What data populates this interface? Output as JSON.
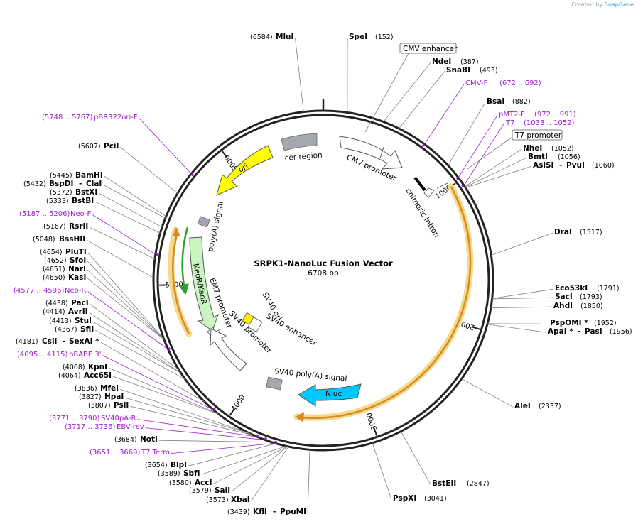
{
  "brand": {
    "prefix": "Created by",
    "name": "SnapGene"
  },
  "map": {
    "title": "SRPK1-NanoLuc Fusion Vector",
    "length_label": "6708 bp",
    "length": 6708,
    "ticks": [
      1000,
      2000,
      3000,
      4000,
      5000,
      6000
    ]
  },
  "sites": [
    {
      "name": "MluI",
      "pos": "(6584)",
      "at": 6584
    },
    {
      "name": "SpeI",
      "pos": "(152)",
      "at": 152
    },
    {
      "name": "NdeI",
      "pos": "(387)",
      "at": 387
    },
    {
      "name": "SnaBI",
      "pos": "(493)",
      "at": 493
    },
    {
      "name": "BsaI",
      "pos": "(882)",
      "at": 882
    },
    {
      "name": "NheI",
      "pos": "(1052)",
      "at": 1052
    },
    {
      "name": "BmtI",
      "pos": "(1056)",
      "at": 1056
    },
    {
      "name": "AsiSI",
      "name2": "PvuI",
      "pos": "(1060)",
      "at": 1060
    },
    {
      "name": "DraI",
      "pos": "(1517)",
      "at": 1517
    },
    {
      "name": "Eco53kI",
      "pos": "(1791)",
      "at": 1791
    },
    {
      "name": "SacI",
      "pos": "(1793)",
      "at": 1793
    },
    {
      "name": "AhdI",
      "pos": "(1850)",
      "at": 1850
    },
    {
      "name": "PspOMI *",
      "pos": "(1952)",
      "at": 1952
    },
    {
      "name": "ApaI *",
      "name2": "PasI",
      "pos": "(1956)",
      "at": 1956
    },
    {
      "name": "AleI",
      "pos": "(2337)",
      "at": 2337
    },
    {
      "name": "BstEII",
      "pos": "(2847)",
      "at": 2847
    },
    {
      "name": "PspXI",
      "pos": "(3041)",
      "at": 3041
    },
    {
      "name": "KflI",
      "name2": "PpuMI",
      "pos": "(3439)",
      "at": 3439
    },
    {
      "name": "XbaI",
      "pos": "(3573)",
      "at": 3573
    },
    {
      "name": "SalI",
      "pos": "(3579)",
      "at": 3579
    },
    {
      "name": "AccI",
      "pos": "(3580)",
      "at": 3580
    },
    {
      "name": "SbfI",
      "pos": "(3589)",
      "at": 3589
    },
    {
      "name": "BlpI",
      "pos": "(3654)",
      "at": 3654
    },
    {
      "name": "NotI",
      "pos": "(3684)",
      "at": 3684
    },
    {
      "name": "PsiI",
      "pos": "(3807)",
      "at": 3807
    },
    {
      "name": "HpaI",
      "pos": "(3827)",
      "at": 3827
    },
    {
      "name": "MfeI",
      "pos": "(3836)",
      "at": 3836
    },
    {
      "name": "Acc65I",
      "pos": "(4064)",
      "at": 4064
    },
    {
      "name": "KpnI",
      "pos": "(4068)",
      "at": 4068
    },
    {
      "name": "CsiI",
      "name2": "SexAI *",
      "pos": "(4181)",
      "at": 4181
    },
    {
      "name": "SfiI",
      "pos": "(4367)",
      "at": 4367
    },
    {
      "name": "StuI",
      "pos": "(4413)",
      "at": 4413
    },
    {
      "name": "AvrII",
      "pos": "(4414)",
      "at": 4414
    },
    {
      "name": "PacI",
      "pos": "(4438)",
      "at": 4438
    },
    {
      "name": "KasI",
      "pos": "(4650)",
      "at": 4650
    },
    {
      "name": "NarI",
      "pos": "(4651)",
      "at": 4651
    },
    {
      "name": "SfoI",
      "pos": "(4652)",
      "at": 4652
    },
    {
      "name": "PluTI",
      "pos": "(4654)",
      "at": 4654
    },
    {
      "name": "BssHII",
      "pos": "(5048)",
      "at": 5048
    },
    {
      "name": "RsrII",
      "pos": "(5167)",
      "at": 5167
    },
    {
      "name": "BstBI",
      "pos": "(5333)",
      "at": 5333
    },
    {
      "name": "BstXI",
      "pos": "(5372)",
      "at": 5372
    },
    {
      "name": "BspDI",
      "name2": "ClaI",
      "pos": "(5432)",
      "at": 5432
    },
    {
      "name": "BamHI",
      "pos": "(5445)",
      "at": 5445
    },
    {
      "name": "PciI",
      "pos": "(5607)",
      "at": 5607
    }
  ],
  "primers": [
    {
      "name": "CMV-F",
      "range": "(672 .. 692)",
      "at": 682
    },
    {
      "name": "pMT2-F",
      "range": "(972 .. 991)",
      "at": 982
    },
    {
      "name": "T7",
      "range": "(1033 .. 1052)",
      "at": 1042
    },
    {
      "name": "pBR322ori-F",
      "range": "(5748 .. 5767)",
      "at": 5757
    },
    {
      "name": "Neo-F",
      "range": "(5187 .. 5206)",
      "at": 5196
    },
    {
      "name": "Neo-R",
      "range": "(4577 .. 4596)",
      "at": 4586
    },
    {
      "name": "pBABE 3'",
      "range": "(4095 .. 4115)",
      "at": 4105
    },
    {
      "name": "SV40pA-R",
      "range": "(3771 .. 3790)",
      "at": 3780
    },
    {
      "name": "EBV-rev",
      "range": "(3717 .. 3736)",
      "at": 3726
    },
    {
      "name": "T7 Term",
      "range": "(3651 .. 3669)",
      "at": 3660
    }
  ],
  "features": {
    "cmv_enhancer": "CMV enhancer",
    "t7_promoter": "T7 promoter",
    "cmv_promoter": "CMV promoter",
    "chimeric_intron": "chimeric intron",
    "cer_region": "cer region",
    "ori": "ori",
    "polya_signal": "poly(A) signal",
    "neor_kanr": "NeoR/KanR",
    "em7_promoter": "EM7 promoter",
    "sv40_promoter": "SV40 promoter",
    "sv40_ori": "SV40 ori",
    "sv40_enhancer": "SV40 enhancer",
    "sv40_polya": "SV40 poly(A) signal",
    "nluc": "Nluc"
  },
  "colors": {
    "backbone": "#222222",
    "enzyme_line": "#808080",
    "primer": "#a020d0",
    "orf_orange": "#d88a20",
    "orf_halo": "#f5d98a",
    "ori_yellow": "#ffff00",
    "neo_green": "#c8f5c0",
    "nluc_cyan": "#00c8ff",
    "gray_box": "#a4a8ae",
    "sv40_yellow": "#ffee00",
    "green_orf": "#2aa02a"
  }
}
